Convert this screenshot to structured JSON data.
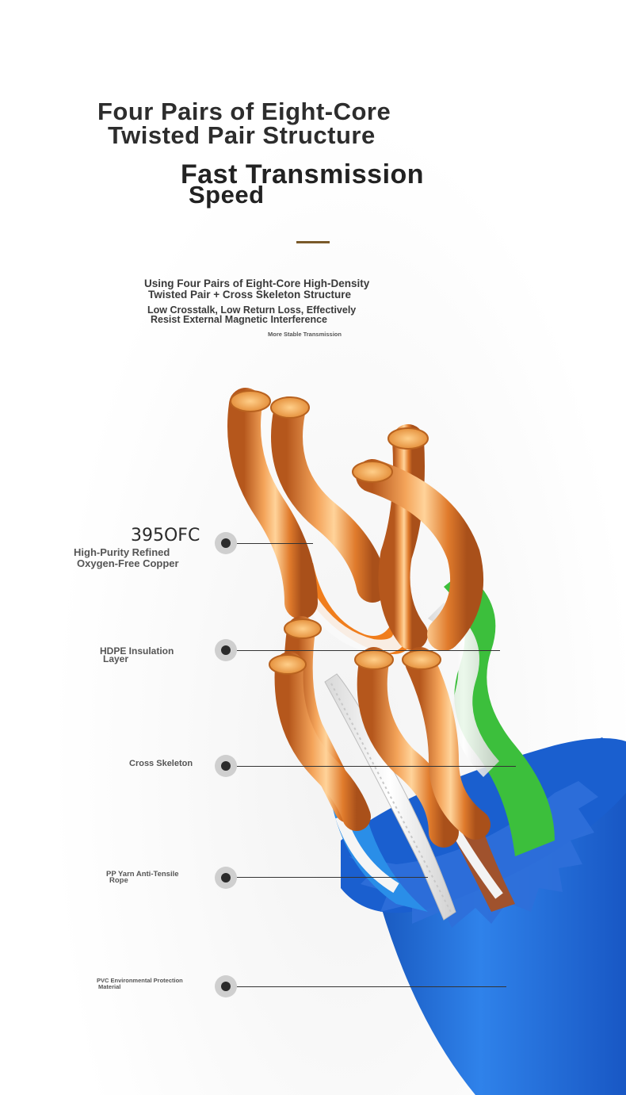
{
  "heading": {
    "line1": "Four Pairs of Eight-Core",
    "line2": "Twisted Pair Structure",
    "line3": "Fast Transmission",
    "line4": "Speed"
  },
  "description": {
    "line1": "Using Four Pairs of Eight-Core High-Density",
    "line2": "Twisted Pair + Cross Skeleton Structure",
    "line3": "Low Crosstalk, Low Return Loss, Effectively",
    "line4": "Resist External Magnetic Interference",
    "line5": "More Stable Transmission"
  },
  "callouts": {
    "copper": {
      "code": "395OFC",
      "line1": "High-Purity Refined",
      "line2": "Oxygen-Free Copper"
    },
    "hdpe": {
      "line1": "HDPE Insulation",
      "line2": "Layer"
    },
    "skeleton": {
      "line1": "Cross Skeleton"
    },
    "rope": {
      "line1": "PP Yarn Anti-Tensile",
      "line2": "Rope"
    },
    "pvc": {
      "line1": "PVC Environmental Protection",
      "line2": "Material"
    }
  },
  "colors": {
    "copper": "#e8883a",
    "jacket": "#1f6fd6",
    "orange_pair": "#f07d1c",
    "green_pair": "#3cbf3c",
    "blue_pair": "#2a8ee8",
    "brown_pair": "#a0522d",
    "accent_divider": "#7a5a2a"
  }
}
